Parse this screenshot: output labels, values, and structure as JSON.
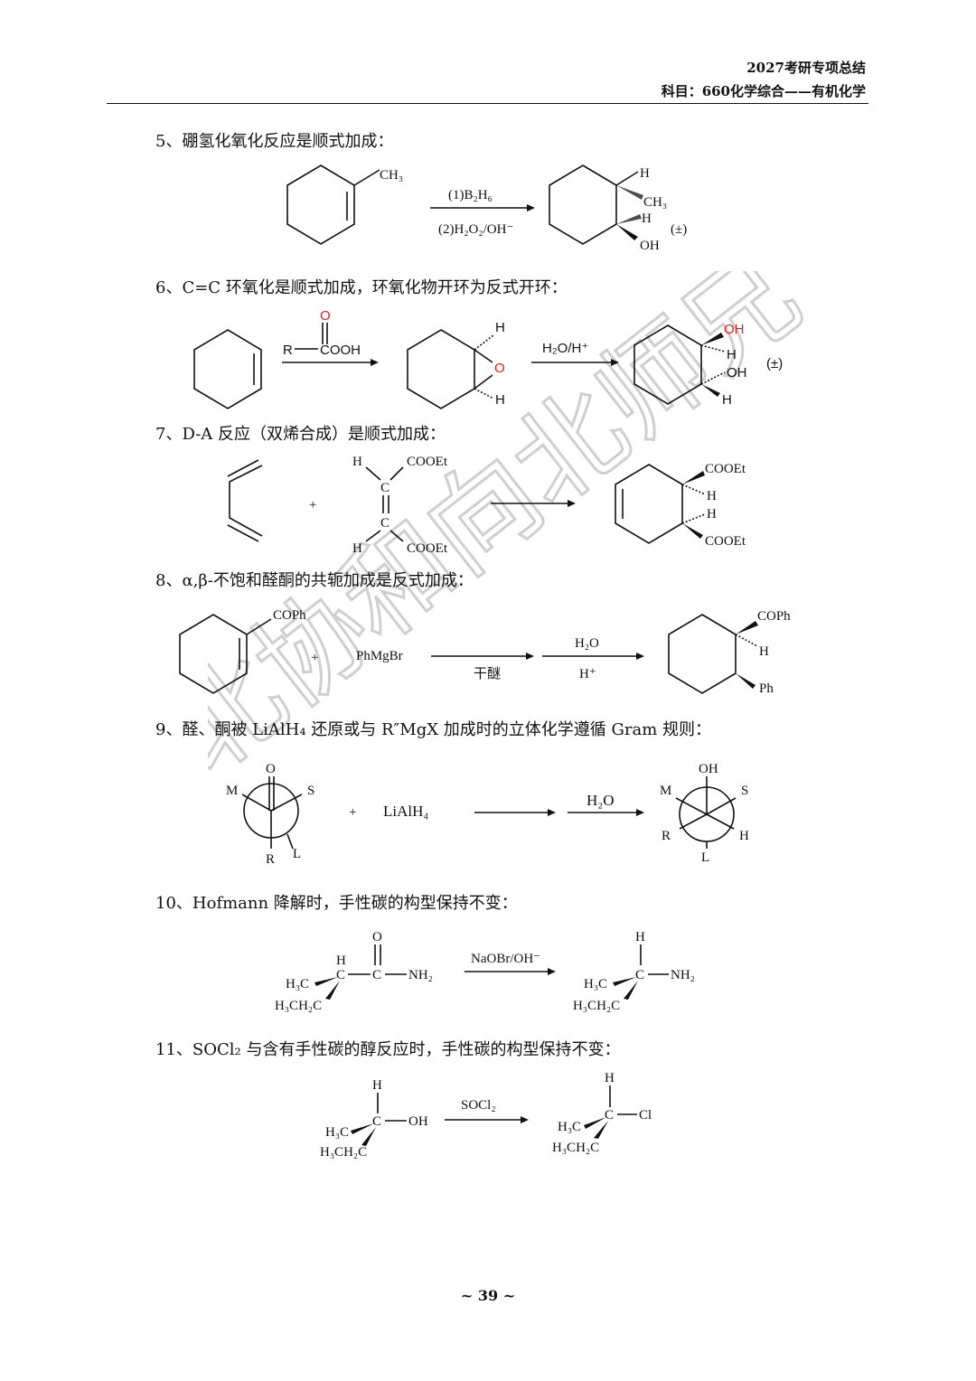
{
  "header": {
    "line1": "2027考研专项总结",
    "line2": "科目：660化学综合——有机化学"
  },
  "sections": [
    "5、硼氢化氧化反应是顺式加成：",
    "6、C=C 环氧化是顺式加成，环氧化物开环为反式开环：",
    "7、D-A 反应（双烯合成）是顺式加成：",
    "8、α,β-不饱和醛酮的共轭加成是反式加成：",
    "9、醛、酮被 LiAlH₄ 还原或与 R″MgX 加成时的立体化学遵循 Gram 规则：",
    "10、Hofmann 降解时，手性碳的构型保持不变：",
    "11、SOCl₂ 与含有手性碳的醇反应时，手性碳的构型保持不变："
  ],
  "r5": {
    "ch3": "CH₃",
    "cond1": "(1)B₂H₆",
    "cond2": "(2)H₂O₂/OH⁻",
    "h1": "H",
    "ch3b": "CH₃",
    "h2": "H",
    "oh": "OH",
    "rac": "(±)"
  },
  "r6": {
    "o": "O",
    "r": "R",
    "cooh": "COOH",
    "h1": "H",
    "o2": "O",
    "h2": "H",
    "cond": "H₂O/H⁺",
    "oh1": "OH",
    "h3": "H",
    "oh2": "OH",
    "h4": "H",
    "rac": "(±)"
  },
  "r7": {
    "plus": "+",
    "h1": "H",
    "cooet1": "COOEt",
    "c1": "C",
    "c2": "C",
    "h2": "H",
    "cooet2": "COOEt",
    "p_cooet1": "COOEt",
    "p_h1": "H",
    "p_h2": "H",
    "p_cooet2": "COOEt"
  },
  "r8": {
    "coph": "COPh",
    "plus": "+",
    "reagent": "PhMgBr",
    "cond1": "干醚",
    "h2o": "H₂O",
    "hplus": "H⁺",
    "p_coph": "COPh",
    "p_h": "H",
    "p_ph": "Ph"
  },
  "r9": {
    "o": "O",
    "m": "M",
    "s": "S",
    "r": "R",
    "l": "L",
    "plus": "+",
    "reagent": "LiAlH₄",
    "h2o": "H₂O",
    "p_oh": "OH",
    "p_m": "M",
    "p_s": "S",
    "p_r": "R",
    "p_h": "H",
    "p_l": "L"
  },
  "r10": {
    "o": "O",
    "h": "H",
    "c1": "C",
    "c2": "C",
    "nh2": "NH₂",
    "h3c": "H₃C",
    "h3ch2c": "H₃CH₂C",
    "cond": "NaOBr/OH⁻",
    "p_h": "H",
    "p_c": "C",
    "p_nh2": "NH₂",
    "p_h3c": "H₃C",
    "p_h3ch2c": "H₃CH₂C"
  },
  "r11": {
    "h": "H",
    "c": "C",
    "oh": "OH",
    "h3c": "H₃C",
    "h3ch2c": "H₃CH₂C",
    "cond": "SOCl₂",
    "p_h": "H",
    "p_c": "C",
    "p_cl": "Cl",
    "p_h3c": "H₃C",
    "p_h3ch2c": "H₃CH₂C"
  },
  "watermark": "北协和向北师兄",
  "page_number": "~ 39 ~"
}
